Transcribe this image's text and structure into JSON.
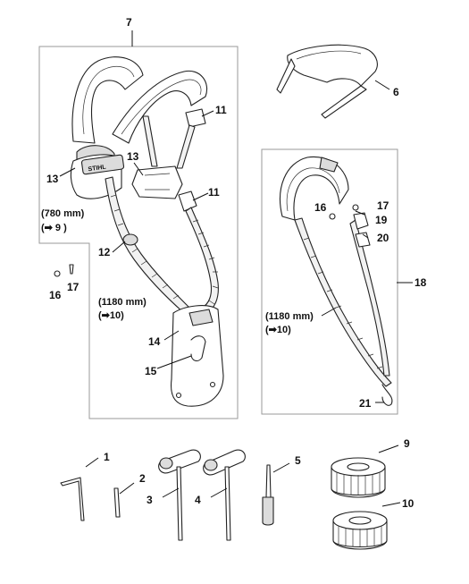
{
  "callouts": {
    "c1": "1",
    "c2": "2",
    "c3": "3",
    "c4": "4",
    "c5": "5",
    "c6": "6",
    "c7": "7",
    "c9": "9",
    "c10": "10",
    "c11a": "11",
    "c11b": "11",
    "c12": "12",
    "c13a": "13",
    "c13b": "13",
    "c14": "14",
    "c15": "15",
    "c16a": "16",
    "c16b": "16",
    "c17a": "17",
    "c17b": "17",
    "c18": "18",
    "c19": "19",
    "c20": "20",
    "c21": "21"
  },
  "dimensions": {
    "harness_belt_length": "(780 mm)",
    "harness_belt_ref": "(➡ 9 )",
    "harness_strap_length": "(1180 mm)",
    "harness_strap_ref": "(➡10)",
    "shoulder_strap_length": "(1180 mm)",
    "shoulder_strap_ref": "(➡10)"
  },
  "brand": {
    "logo_text": "STIHL"
  },
  "colors": {
    "line": "#111111",
    "frame": "#9a9a9a",
    "shade": "#dcdcdc"
  }
}
